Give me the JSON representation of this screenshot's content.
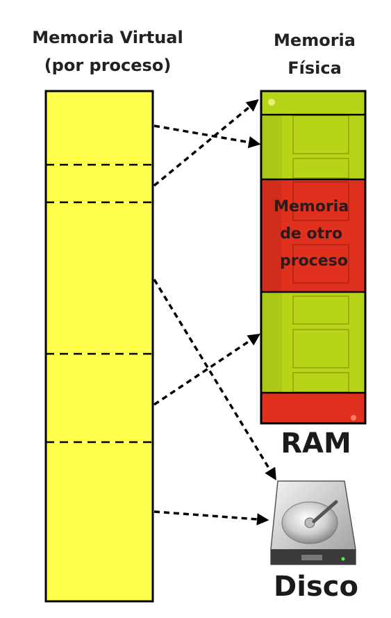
{
  "titles": {
    "virtual_memory": [
      "Memoria Virtual",
      "(por proceso)"
    ],
    "physical_memory": [
      "Memoria",
      "Física"
    ]
  },
  "ram": {
    "label": "RAM",
    "other_process_text": [
      "Memoria",
      "de otro",
      "proceso"
    ]
  },
  "disk": {
    "label": "Disco"
  },
  "colors": {
    "virtual_fill": "#ffff4d",
    "ram_green": "#b8d418",
    "ram_red": "#e0301e",
    "arrow": "#000000"
  }
}
